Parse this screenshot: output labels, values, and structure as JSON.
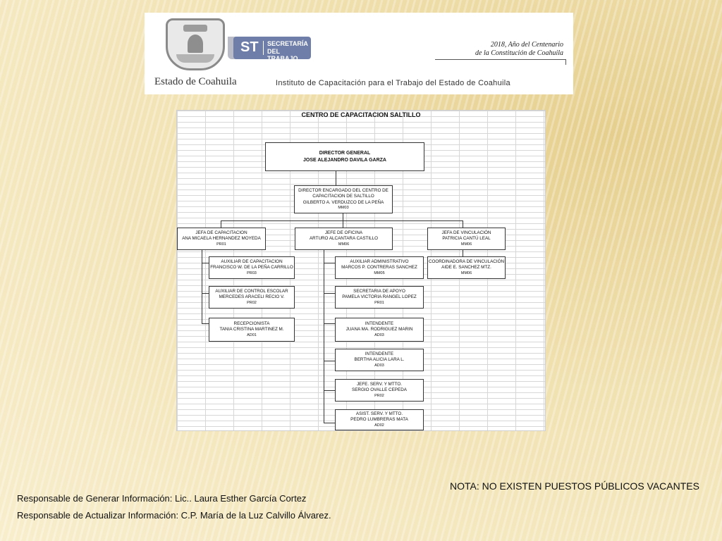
{
  "header": {
    "state_name": "Estado de Coahuila",
    "st_abbrev": "ST",
    "st_line1": "SECRETARÍA",
    "st_line2": "DEL TRABAJO",
    "year_line1": "2018, Año del Centenario",
    "year_line2": "de la Constitución de Coahuila",
    "institute": "Instituto de Capacitación para el Trabajo del Estado de Coahuila"
  },
  "org_chart": {
    "title": "CENTRO DE CAPACITACION SALTILLO",
    "director_general": {
      "title": "DIRECTOR GENERAL",
      "name": "JOSE ALEJANDRO DAVILA GARZA"
    },
    "director_centro": {
      "title1": "DIRECTOR ENCARGADO DEL CENTRO DE",
      "title2": "CAPACITACION DE SALTILLO",
      "name": "GILBERTO A. VERDUZCO DE LA PEÑA",
      "code": "MM03"
    },
    "jefa_capacitacion": {
      "title": "JEFA DE CAPACITACION",
      "name": "ANA MICAELA HERNANDEZ MOYEDA",
      "code": "PR01"
    },
    "jefe_oficina": {
      "title": "JEFE DE OFICINA",
      "name": "ARTURO ALCANTARA CASTILLO",
      "code": "MM06"
    },
    "jefa_vinculacion": {
      "title": "JEFA DE VINCULACIÓN",
      "name": "PATRICIA CANTÚ LEAL",
      "code": "MM06"
    },
    "auxiliar_capacitacion": {
      "title": "AUXILIAR DE CAPACITACION",
      "name": "FRANCISCO W. DE LA PEÑA CARRILLO",
      "code": "PR03"
    },
    "auxiliar_control_escolar": {
      "title": "AUXILIAR DE CONTROL ESCOLAR",
      "name": "MERCEDES ARACELI RECIO V.",
      "code": "PR02"
    },
    "recepcionista": {
      "title": "RECEPCIONISTA",
      "name": "TANIA CRISTINA MARTINEZ M.",
      "code": "AD01"
    },
    "auxiliar_administrativo": {
      "title": "AUXILIAR ADMINISTRATIVO",
      "name": "MARCOS P. CONTRERAS SANCHEZ",
      "code": "MM05"
    },
    "secretaria_apoyo": {
      "title": "SECRETARIA DE APOYO",
      "name": "PAMELA VICTORIA RANGEL LOPEZ",
      "code": "PR01"
    },
    "intendente_1": {
      "title": "INTENDENTE",
      "name": "JUANA MA. RODRIGUEZ MARIN",
      "code": "AD03"
    },
    "intendente_2": {
      "title": "INTENDENTE",
      "name": "BERTHA ALICIA LARA L.",
      "code": "AD03"
    },
    "jefe_serv_mtto": {
      "title": "JEFE. SERV. Y MTTO.",
      "name": "SERGIO OVALLE CEPEDA",
      "code": "PR02"
    },
    "asist_serv_mtto": {
      "title": "ASIST. SERV. Y MTTO.",
      "name": "PEDRO LUMBRERAS MATA",
      "code": "AD02"
    },
    "coordinadora_vinculacion": {
      "title": "COORDINADORA DE VINCULACIÓN",
      "name": "AIDE E. SANCHEZ MTZ.",
      "code": "MM06"
    }
  },
  "footer": {
    "nota": "NOTA: NO EXISTEN PUESTOS PÚBLICOS VACANTES",
    "responsable_generar": "Responsable de Generar Información: Lic.. Laura Esther García Cortez",
    "responsable_actualizar": "Responsable de Actualizar Información: C.P. María de la Luz Calvillo Álvarez."
  },
  "colors": {
    "background": "#f3e6bd",
    "st_logo": "#6f7ea9",
    "box_border": "#333333"
  }
}
